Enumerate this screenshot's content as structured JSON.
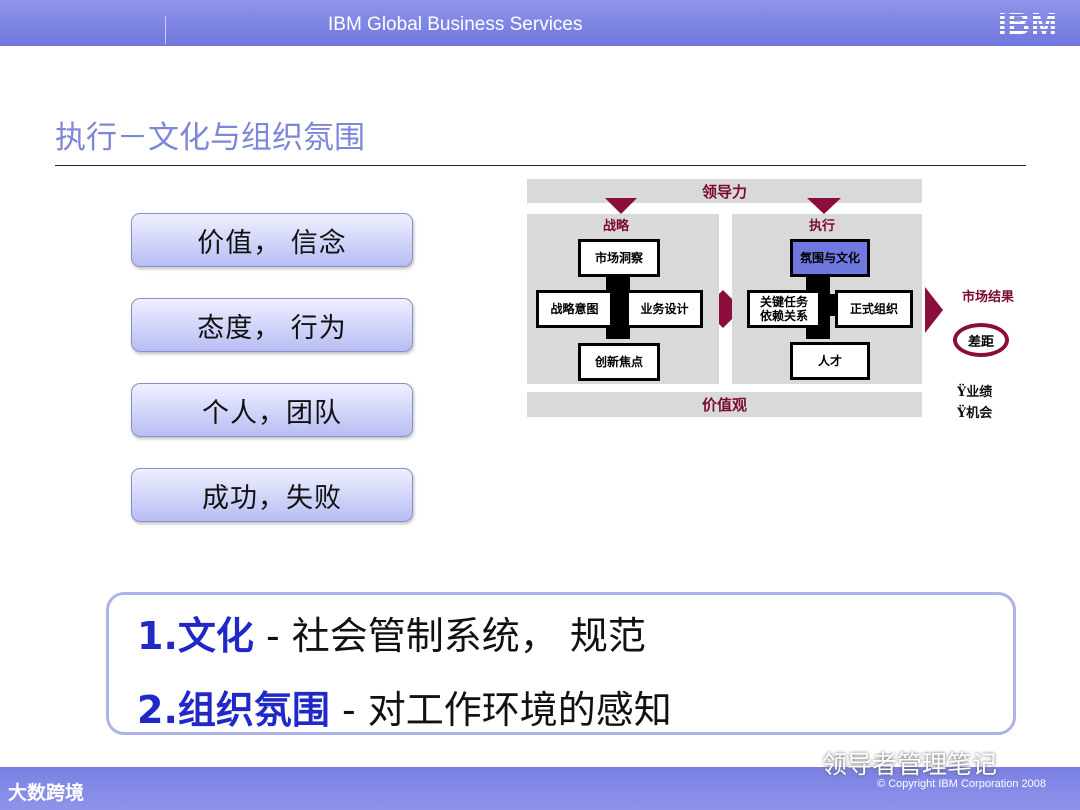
{
  "header": {
    "title": "IBM Global Business Services",
    "logo": "IBM"
  },
  "page_title": "执行－文化与组织氛围",
  "pills": [
    "价值，  信念",
    "态度，  行为",
    "个人，团队",
    "成功，失败"
  ],
  "diagram": {
    "top_band": "领导力",
    "bottom_band": "价值观",
    "left_panel": {
      "label": "战略",
      "boxes": [
        "市场洞察",
        "战略意图",
        "业务设计",
        "创新焦点"
      ]
    },
    "right_panel": {
      "label": "执行",
      "boxes": [
        "氛围与文化",
        "关键任务\n依赖关系",
        "正式组织",
        "人才"
      ]
    },
    "result_label": "市场结果",
    "gap_label": "差距",
    "bullets": [
      "Ÿ业绩",
      "Ÿ机会"
    ],
    "colors": {
      "accent": "#7b0b2f",
      "highlight_box": "#6f78e0"
    }
  },
  "definitions": [
    {
      "num": "1.",
      "term": "文化",
      "desc": " - 社会管制系统， 规范"
    },
    {
      "num": "2.",
      "term": "组织氛围",
      "desc": " - 对工作环境的感知"
    }
  ],
  "footer": {
    "copyright": "© Copyright IBM Corporation 2008"
  },
  "watermarks": {
    "left": "大数跨境",
    "right": "领导者管理笔记"
  }
}
